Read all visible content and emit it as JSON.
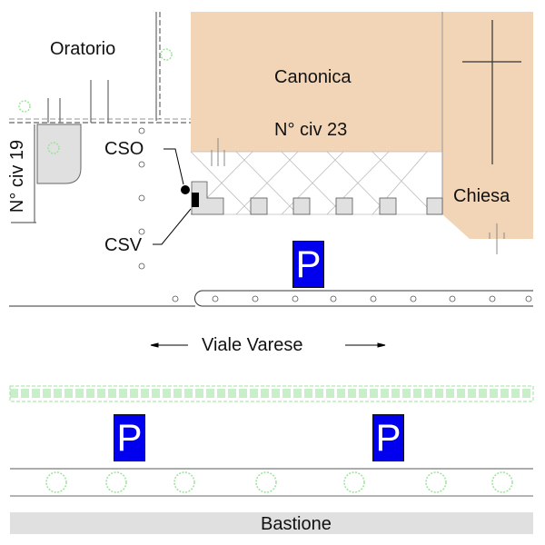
{
  "labels": {
    "oratorio": "Oratorio",
    "canonica": "Canonica",
    "civ23": "N° civ 23",
    "civ19": "N° civ 19",
    "chiesa": "Chiesa",
    "cso": "CSO",
    "csv": "CSV",
    "street": "Viale Varese",
    "bastione": "Bastione"
  },
  "parking_sign": "P",
  "colors": {
    "building": "#f2d4b6",
    "parking": "#0000ee",
    "greenery": "#9be39b",
    "band": "#e0e0e0"
  }
}
